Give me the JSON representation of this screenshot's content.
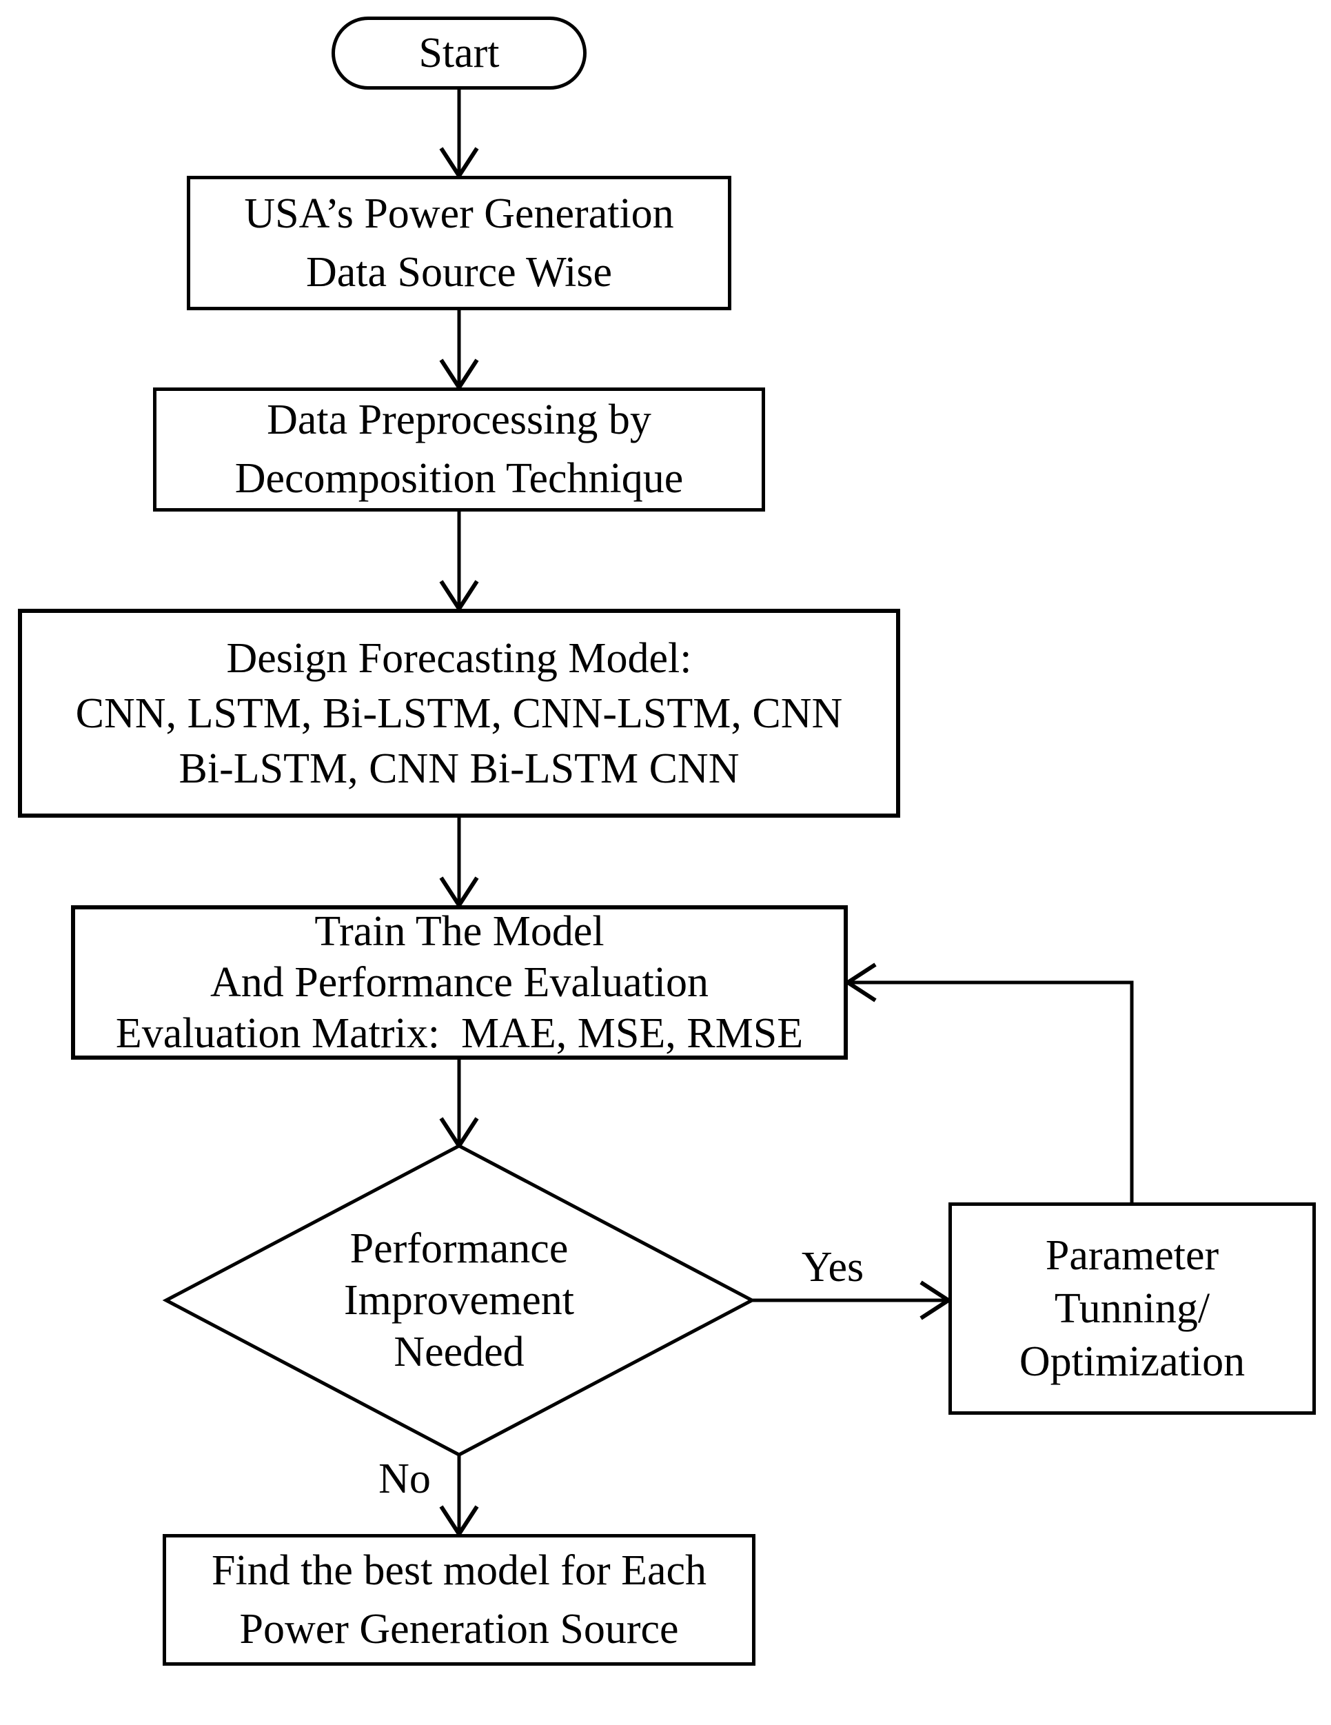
{
  "diagram": {
    "nodes": {
      "start": {
        "label": "Start"
      },
      "data_source": {
        "lines": [
          "USA’s Power Generation",
          "Data Source Wise"
        ]
      },
      "preprocessing": {
        "lines": [
          "Data Preprocessing by",
          "Decomposition Technique"
        ]
      },
      "design_model": {
        "lines": [
          "Design Forecasting Model:",
          "CNN, LSTM, Bi-LSTM, CNN-LSTM, CNN",
          "Bi-LSTM, CNN Bi-LSTM CNN"
        ]
      },
      "train_model": {
        "lines": [
          "Train The Model",
          "And Performance Evaluation",
          "Evaluation Matrix:  MAE, MSE, RMSE"
        ]
      },
      "decision": {
        "lines": [
          "Performance",
          "Improvement",
          "Needed"
        ]
      },
      "parameter_tuning": {
        "lines": [
          "Parameter",
          "Tunning/",
          "Optimization"
        ]
      },
      "best_model": {
        "lines": [
          "Find the best model for Each",
          "Power Generation Source"
        ]
      }
    },
    "edge_labels": {
      "yes": "Yes",
      "no": "No"
    },
    "colors": {
      "stroke": "#000000",
      "background": "#ffffff",
      "text": "#000000"
    }
  }
}
